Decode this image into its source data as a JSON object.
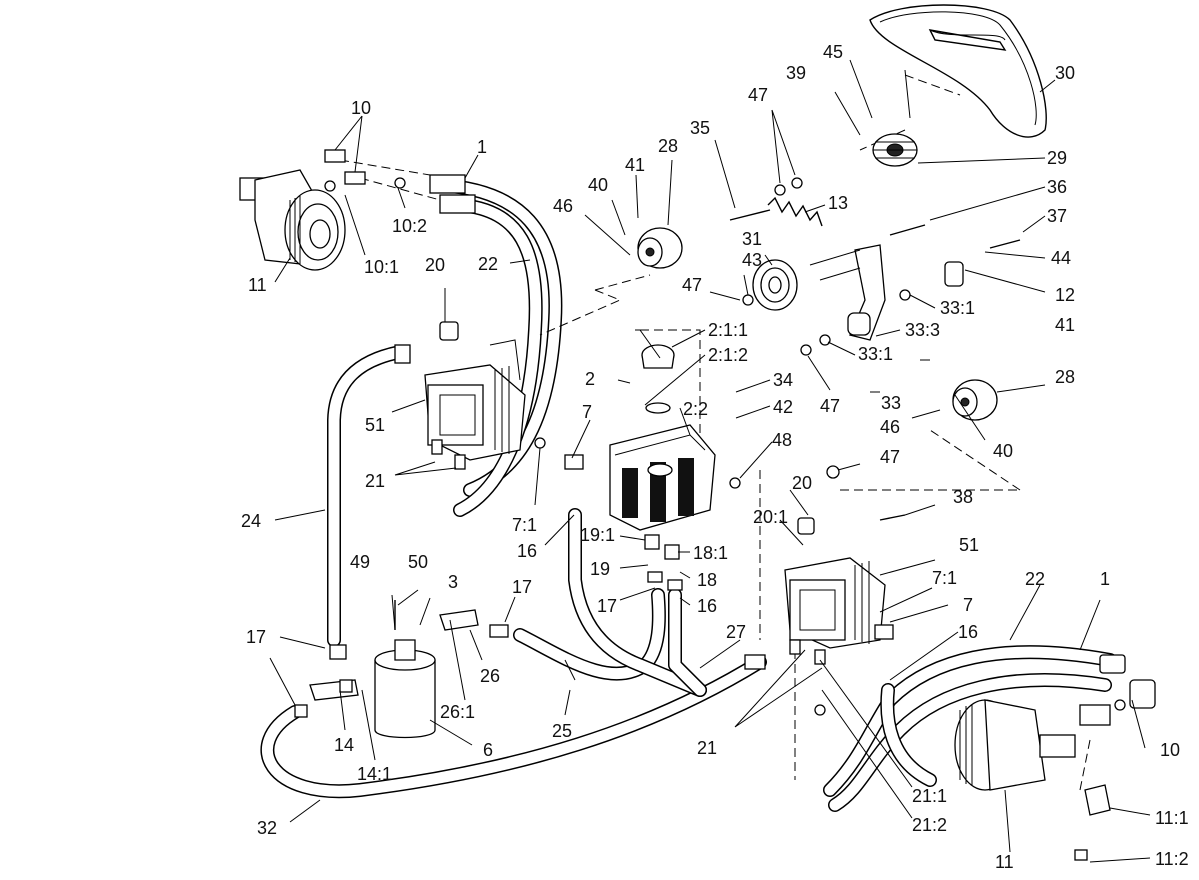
{
  "diagram": {
    "callouts": [
      "10",
      "1",
      "45",
      "30",
      "39",
      "47",
      "35",
      "28",
      "29",
      "41",
      "40",
      "36",
      "46",
      "13",
      "37",
      "11",
      "10:1",
      "10:2",
      "22",
      "20",
      "31",
      "43",
      "47",
      "44",
      "12",
      "33:1",
      "2:1:1",
      "33:3",
      "2",
      "2:1:2",
      "33:1",
      "41",
      "34",
      "47",
      "51",
      "7",
      "2:2",
      "42",
      "33",
      "28",
      "46",
      "40",
      "48",
      "21",
      "47",
      "20",
      "24",
      "7:1",
      "16",
      "19:1",
      "20:1",
      "38",
      "18:1",
      "51",
      "19",
      "18",
      "49",
      "50",
      "3",
      "17",
      "17",
      "16",
      "7:1",
      "22",
      "1",
      "17",
      "27",
      "7",
      "26",
      "16",
      "14",
      "26:1",
      "25",
      "21",
      "10",
      "6",
      "14:1",
      "21:1",
      "32",
      "21:2",
      "11:1",
      "11",
      "11:2"
    ]
  }
}
